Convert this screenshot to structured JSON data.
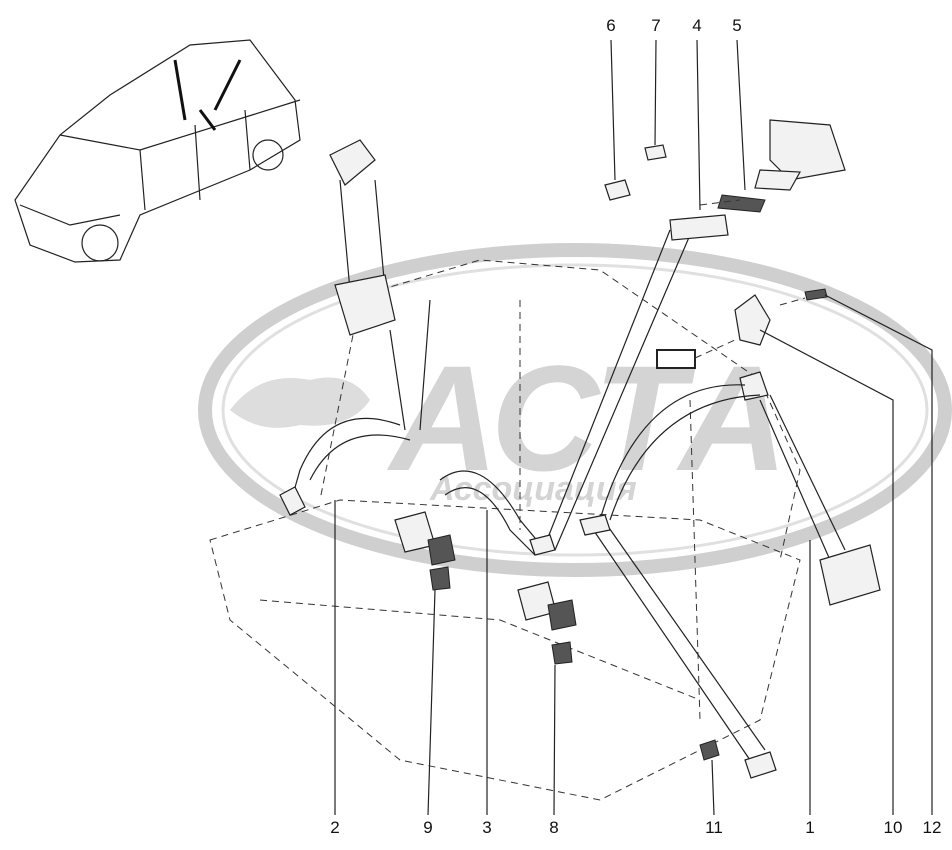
{
  "watermark": {
    "logo_text": "АСТА",
    "sub_text": "Ассоциация"
  },
  "callouts": {
    "top": [
      "6",
      "7",
      "4",
      "5"
    ],
    "bottom": [
      "2",
      "9",
      "3",
      "8",
      "11",
      "1",
      "10",
      "12"
    ]
  }
}
